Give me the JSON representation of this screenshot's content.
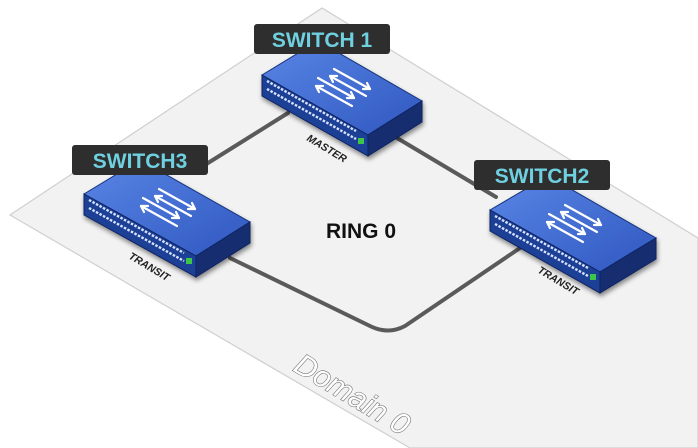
{
  "diagram": {
    "domain_label": "Domain 0",
    "ring_label": "RING 0",
    "switches": [
      {
        "id": "switch1",
        "name": "SWITCH 1",
        "role": "MASTER"
      },
      {
        "id": "switch2",
        "name": "SWITCH2",
        "role": "TRANSIT"
      },
      {
        "id": "switch3",
        "name": "SWITCH3",
        "role": "TRANSIT"
      }
    ],
    "colors": {
      "label_bg": "#2e2e2e",
      "label_text": "#6fd0e0",
      "switch_top": "#3a63c8",
      "switch_front": "#1f3f96",
      "switch_side": "#16306f",
      "ring_line": "#595959",
      "domain_plane": "#f1f1f1"
    }
  }
}
